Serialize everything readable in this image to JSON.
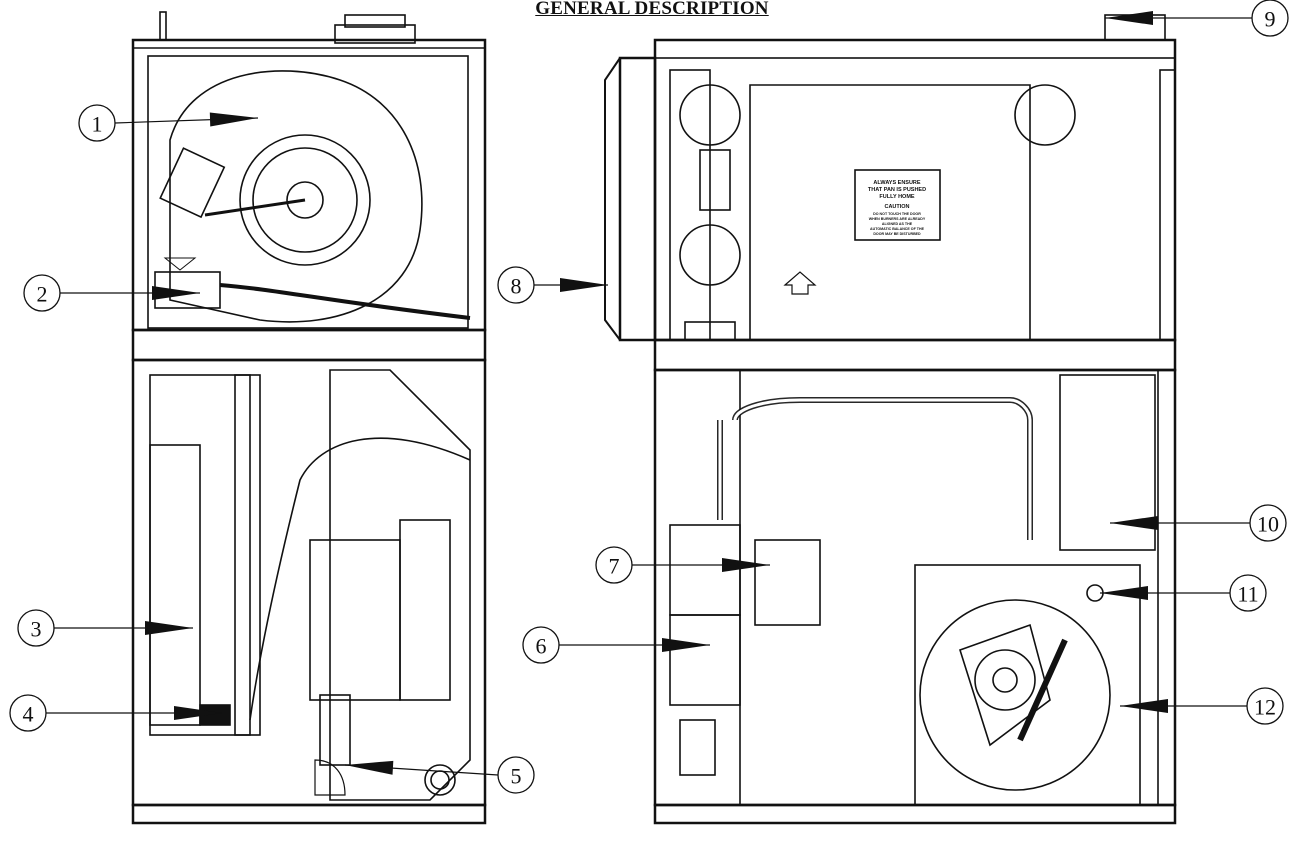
{
  "title": "GENERAL DESCRIPTION",
  "colors": {
    "line": "#111111",
    "background": "#ffffff"
  },
  "caution_label": {
    "line1": "ALWAYS ENSURE",
    "line2": "THAT PAN IS PUSHED",
    "line3": "FULLY HOME",
    "heading": "CAUTION",
    "body1": "DO NOT TOUCH THE DOOR",
    "body2": "WHEN BURNERS ARE ALREADY",
    "body3": "ALIGNED AS THE",
    "body4": "AUTOMATIC BALANCE OF THE",
    "body5": "DOOR MAY BE DISTURBED"
  },
  "callouts": [
    {
      "number": "1"
    },
    {
      "number": "2"
    },
    {
      "number": "3"
    },
    {
      "number": "4"
    },
    {
      "number": "5"
    },
    {
      "number": "6"
    },
    {
      "number": "7"
    },
    {
      "number": "8"
    },
    {
      "number": "9"
    },
    {
      "number": "10"
    },
    {
      "number": "11"
    },
    {
      "number": "12"
    }
  ]
}
